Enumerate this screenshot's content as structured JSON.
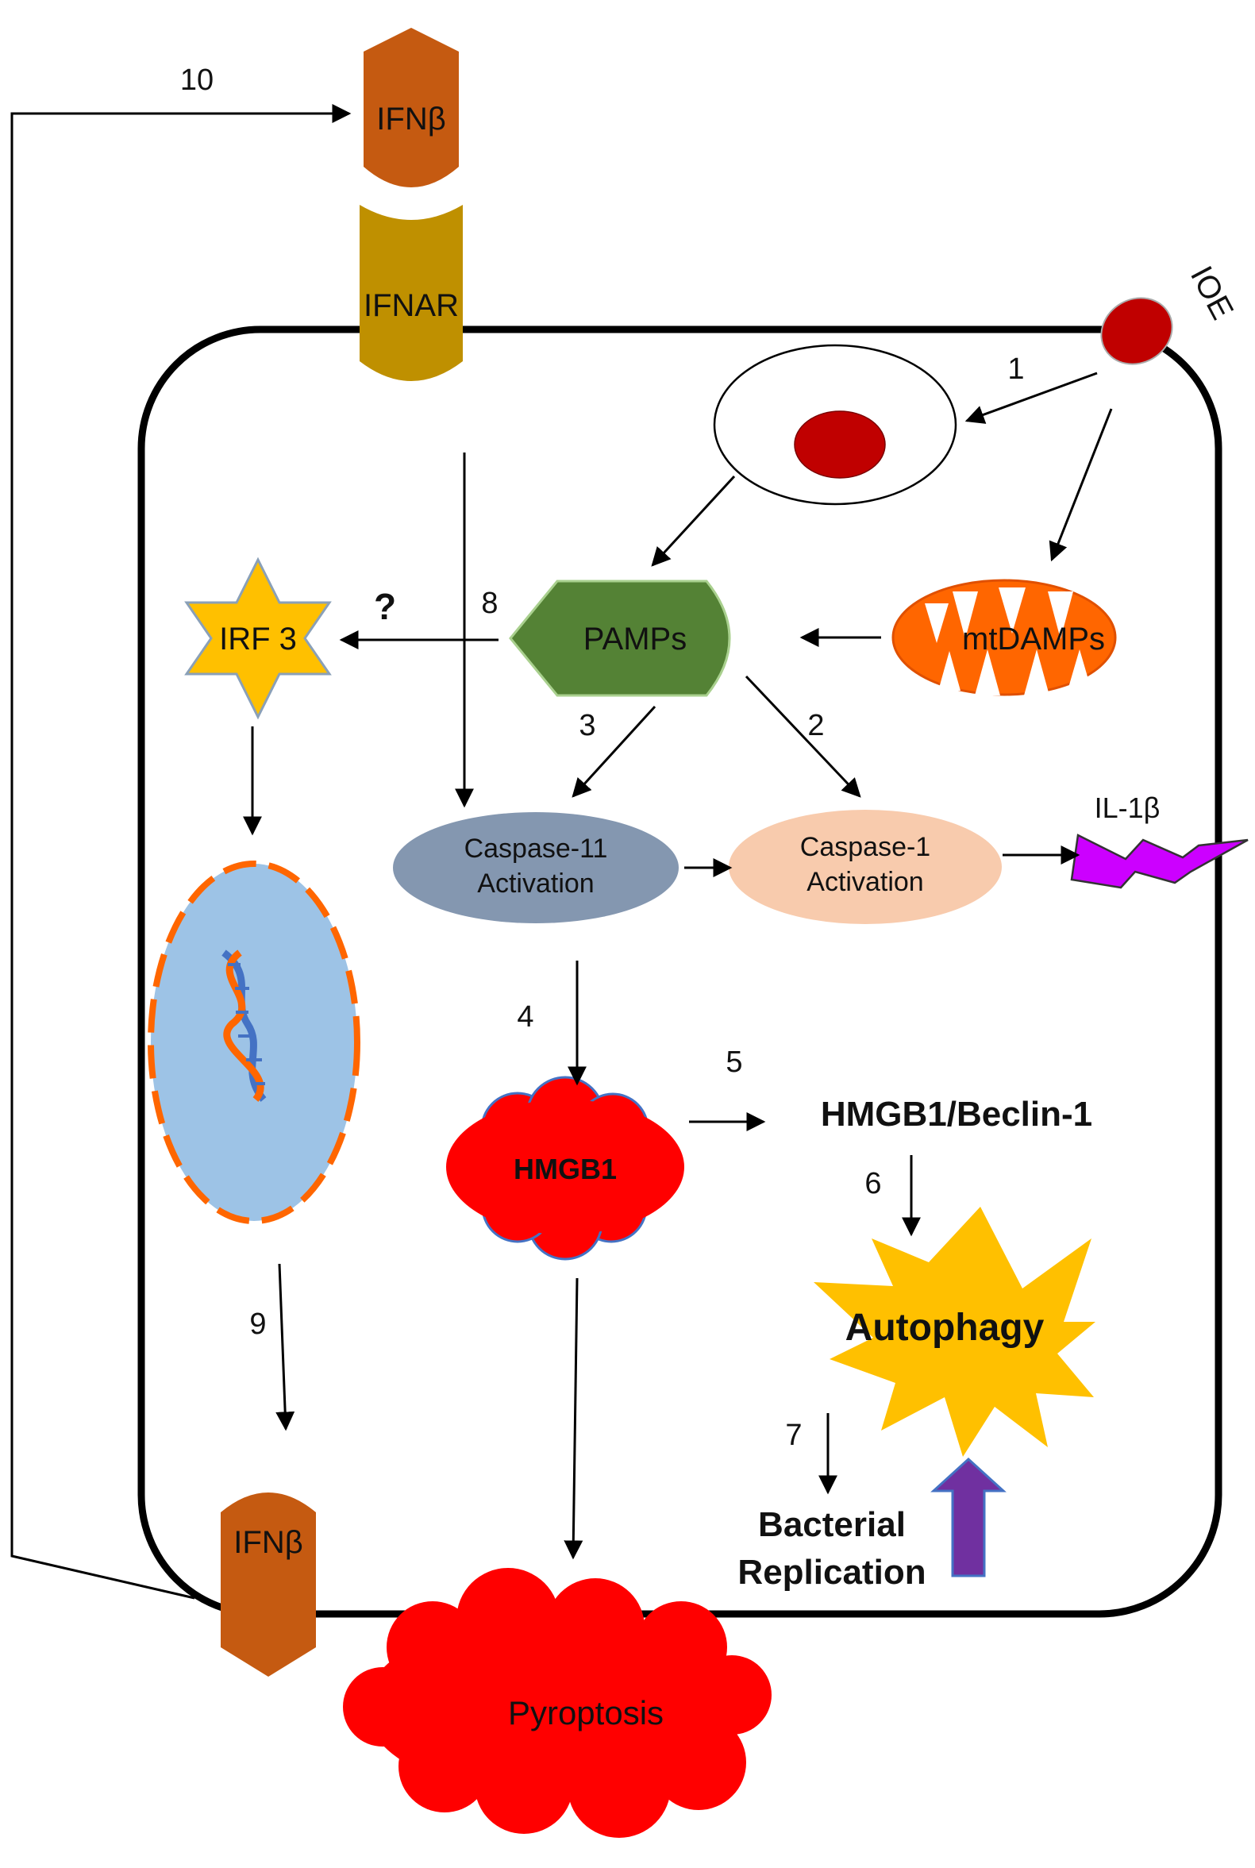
{
  "labels": {
    "ifnb_top": "IFNβ",
    "ifnar": "IFNAR",
    "ioe": "IOE",
    "irf3": "IRF 3",
    "question": "?",
    "pamps": "PAMPs",
    "mtdamps": "mtDAMPs",
    "caspase11_line1": "Caspase-11",
    "caspase11_line2": "Activation",
    "caspase1_line1": "Caspase-1",
    "caspase1_line2": "Activation",
    "il1b": "IL-1β",
    "hmgb1": "HMGB1",
    "hmgb1_beclin": "HMGB1/Beclin-1",
    "autophagy": "Autophagy",
    "bacterial_line1": "Bacterial",
    "bacterial_line2": "Replication",
    "ifnb_bottom": "IFNβ",
    "pyroptosis": "Pyroptosis"
  },
  "steps": {
    "s1": "1",
    "s2": "2",
    "s3": "3",
    "s4": "4",
    "s5": "5",
    "s6": "6",
    "s7": "7",
    "s8": "8",
    "s9": "9",
    "s10": "10"
  },
  "colors": {
    "ifnb": "#c55a11",
    "ifnar": "#bf9000",
    "ioe": "#c00000",
    "pamps": "#548235",
    "mtdamps": "#ff6600",
    "irf3": "#ffc000",
    "caspase11": "#8497b0",
    "caspase1": "#f8cbad",
    "il1b": "#cc00ff",
    "hmgb1": "#ff0000",
    "autophagy": "#ffc000",
    "nucleus": "#9dc3e6",
    "up_arrow": "#7030a0"
  }
}
